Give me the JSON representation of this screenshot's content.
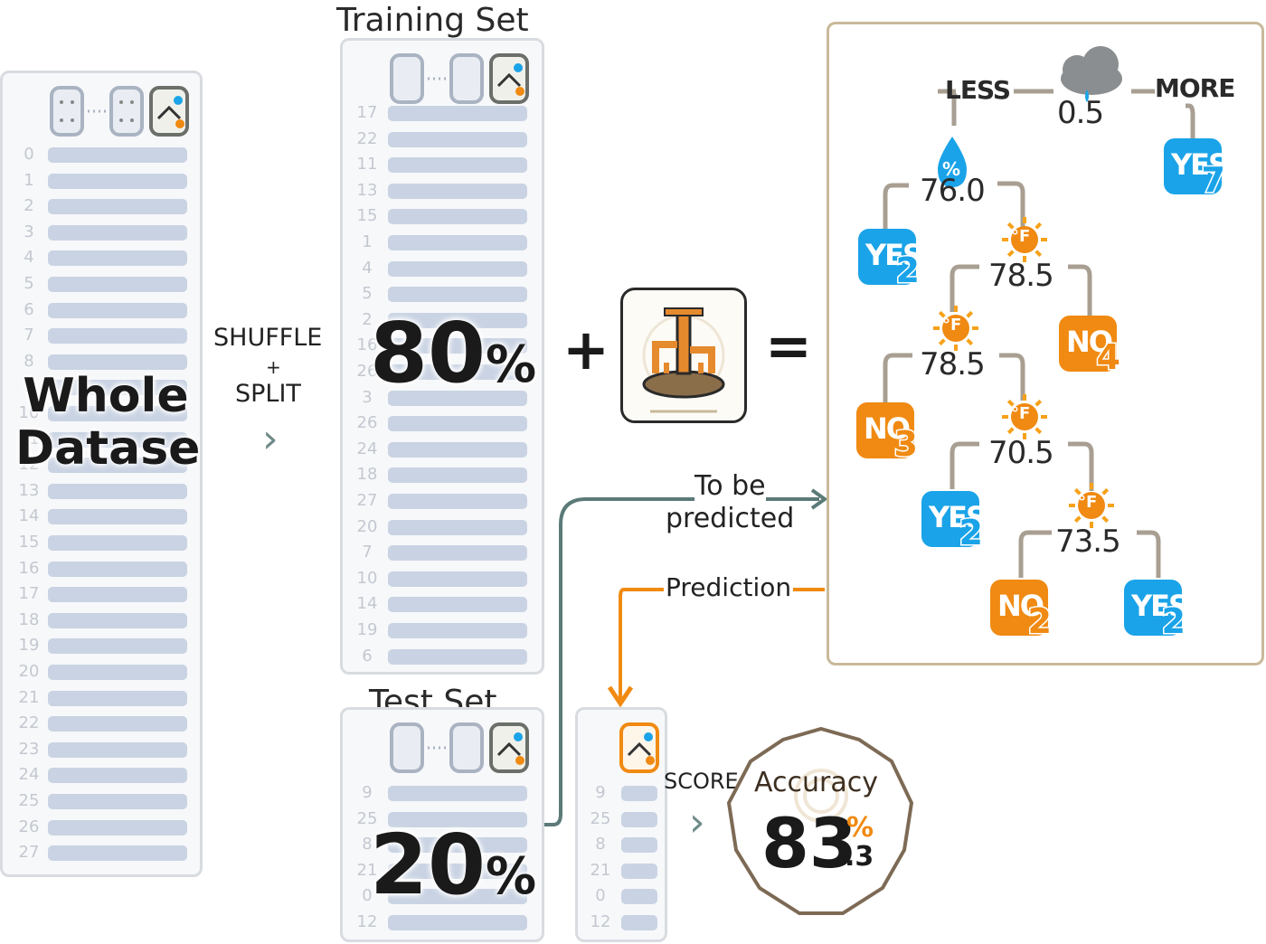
{
  "whole": {
    "title_line1": "Whole",
    "title_line2": "Dataset",
    "indices": [
      "0",
      "1",
      "2",
      "3",
      "4",
      "5",
      "6",
      "7",
      "8",
      "9",
      "10",
      "11",
      "12",
      "13",
      "14",
      "15",
      "16",
      "17",
      "18",
      "19",
      "20",
      "21",
      "22",
      "23",
      "24",
      "25",
      "26",
      "27"
    ]
  },
  "shuffle": {
    "line1": "SHUFFLE",
    "plus": "+",
    "line2": "SPLIT",
    "arrow": "›"
  },
  "training": {
    "title": "Training Set",
    "percent": "80",
    "percent_sign": "%",
    "indices": [
      "17",
      "22",
      "11",
      "13",
      "15",
      "1",
      "4",
      "5",
      "2",
      "16",
      "26",
      "3",
      "26",
      "24",
      "18",
      "27",
      "20",
      "7",
      "10",
      "14",
      "19",
      "6"
    ]
  },
  "test": {
    "title": "Test Set",
    "percent": "20",
    "percent_sign": "%",
    "indices": [
      "9",
      "25",
      "8",
      "21",
      "0",
      "12"
    ]
  },
  "equation": {
    "plus": "+",
    "equals": "="
  },
  "tree": {
    "root": {
      "value": "0.5",
      "left_label": "LESS",
      "right_label": "MORE"
    },
    "nodes": [
      {
        "value": "76.0",
        "icon": "humidity"
      },
      {
        "value": "78.5",
        "icon": "temperature",
        "unit": "°F"
      },
      {
        "value": "78.5",
        "icon": "temperature",
        "unit": "°F"
      },
      {
        "value": "70.5",
        "icon": "temperature",
        "unit": "°F"
      },
      {
        "value": "73.5",
        "icon": "temperature",
        "unit": "°F"
      }
    ],
    "humidity_symbol": "%",
    "leaves": [
      {
        "word": "YES",
        "count": "7"
      },
      {
        "word": "YES",
        "count": "2"
      },
      {
        "word": "NO",
        "count": "4"
      },
      {
        "word": "NO",
        "count": "3"
      },
      {
        "word": "YES",
        "count": "2"
      },
      {
        "word": "NO",
        "count": "2"
      },
      {
        "word": "YES",
        "count": "2"
      }
    ]
  },
  "flow": {
    "to_be_predicted_1": "To be",
    "to_be_predicted_2": "predicted",
    "prediction": "Prediction",
    "score": "SCORE",
    "arrow": "›"
  },
  "prediction_panel": {
    "indices": [
      "9",
      "25",
      "8",
      "21",
      "0",
      "12"
    ]
  },
  "accuracy": {
    "label": "Accuracy",
    "value": "83",
    "percent": "%",
    "decimal": ".3"
  },
  "colors": {
    "blue": "#1aa3e8",
    "orange": "#f08a12",
    "teal": "#5b7a78",
    "beige": "#c9b99a",
    "bar": "#c9d3e3"
  }
}
